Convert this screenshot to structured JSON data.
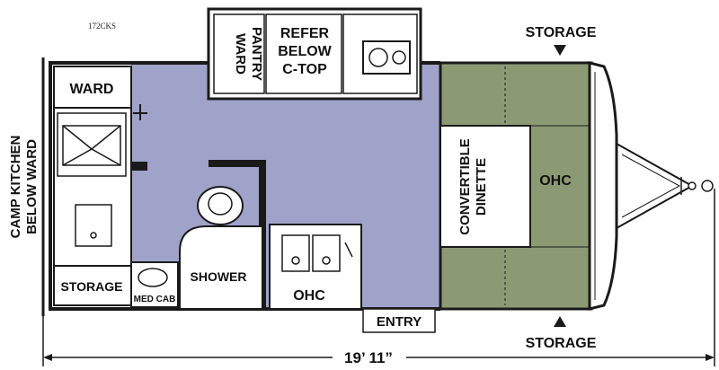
{
  "model": "172CKS",
  "rooms": {
    "ward": "WARD",
    "ward_pantry_1": "WARD",
    "ward_pantry_2": "PANTRY",
    "refer_1": "REFER",
    "refer_2": "BELOW",
    "refer_3": "C-TOP",
    "dinette_1": "CONVERTIBLE",
    "dinette_2": "DINETTE",
    "ohc_front": "OHC",
    "ohc_kitchen": "OHC",
    "shower": "SHOWER",
    "storage_rear": "STORAGE",
    "med_cab": "MED CAB",
    "entry": "ENTRY",
    "storage_top": "STORAGE",
    "storage_bottom": "STORAGE",
    "camp_kitchen_1": "CAMP KITCHEN",
    "camp_kitchen_2": "BELOW WARD"
  },
  "dimension": "19’ 11”",
  "colors": {
    "floor": "#9fa3c9",
    "dinette": "#8c9a74",
    "outline": "#1a1a1a"
  }
}
